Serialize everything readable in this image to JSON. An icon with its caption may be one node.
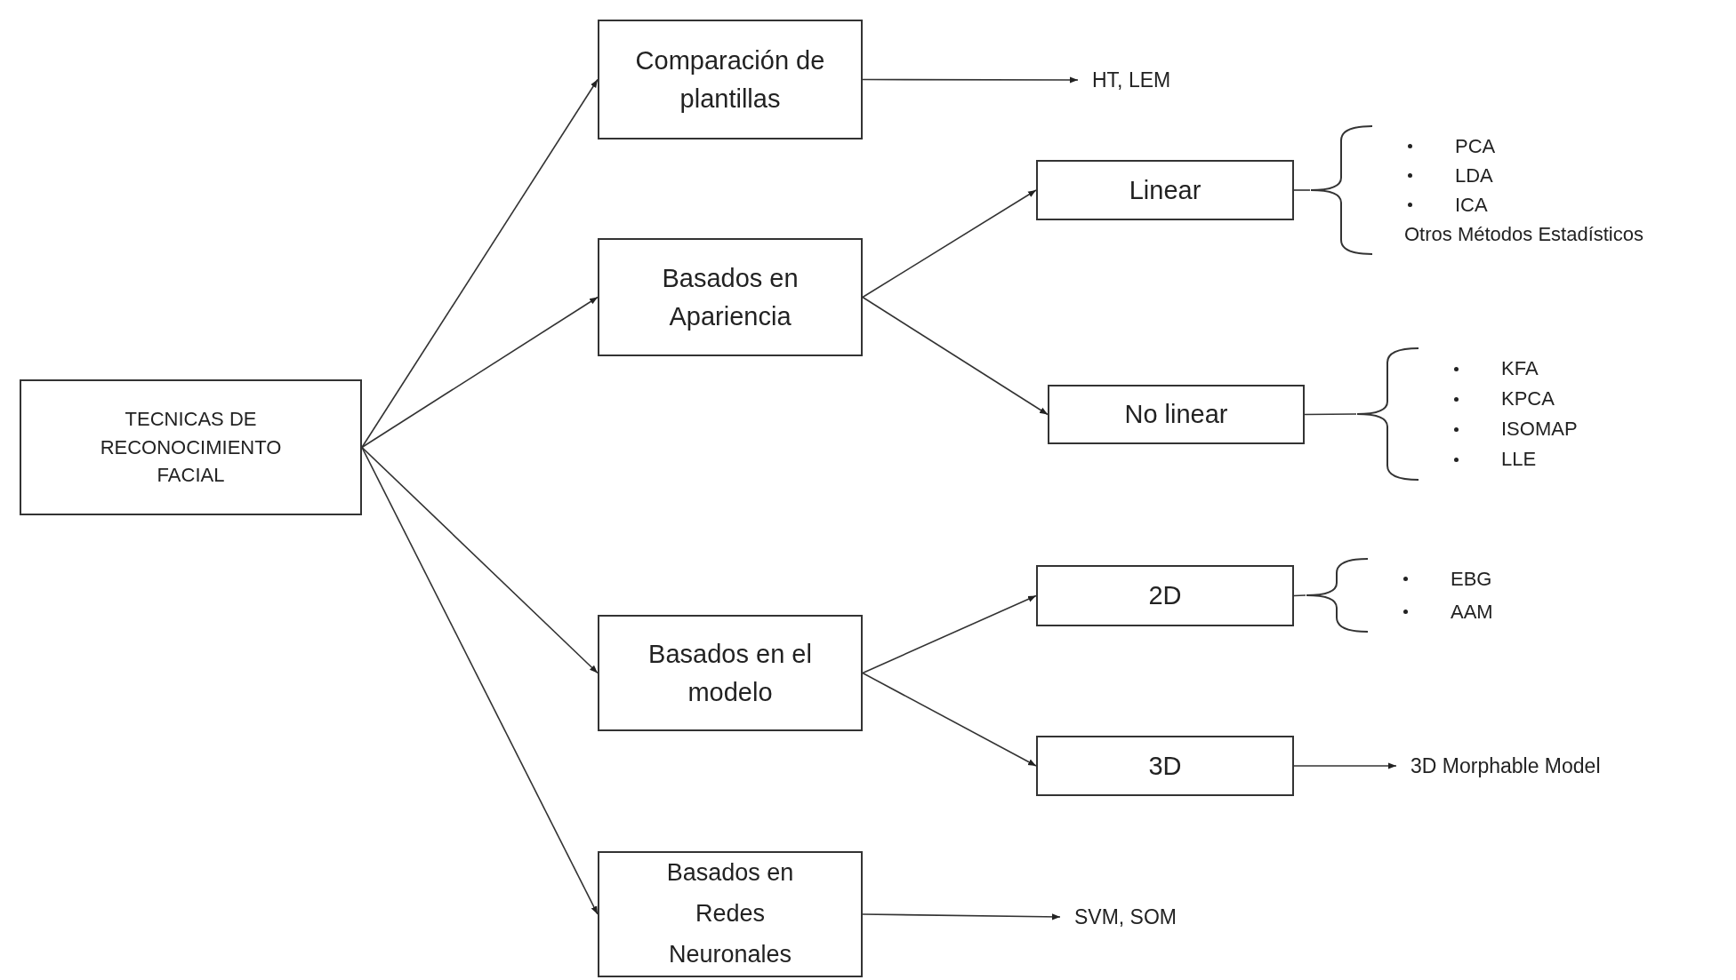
{
  "diagram": {
    "nodes": [
      {
        "text": [
          "TECNICAS DE RECONOCIMIENTO FACIAL"
        ]
      },
      {
        "text": [
          "Comparación de plantillas"
        ]
      },
      {
        "text": [
          "HT, LEM"
        ]
      },
      {
        "text": [
          "Basados en Apariencia"
        ]
      },
      {
        "text": [
          "Linear"
        ]
      },
      {
        "text": [
          "PCA",
          "LDA",
          "ICA"
        ],
        "beside": [
          "Otros Métodos Estadísticos"
        ]
      },
      {
        "text": [
          "No linear"
        ]
      },
      {
        "text": [
          "KFA",
          "KPCA",
          "ISOMAP",
          "LLE"
        ]
      },
      {
        "text": [
          "Basados en el modelo"
        ]
      },
      {
        "text": [
          "2D"
        ]
      },
      {
        "text": [
          "EBG",
          "AAM"
        ]
      },
      {
        "text": [
          "3D"
        ]
      },
      {
        "text": [
          "3D Morphable Model"
        ]
      },
      {
        "text": [
          "Basados en Redes Neuronales"
        ]
      },
      {
        "text": [
          "SVM, SOM"
        ]
      }
    ],
    "edges": [
      {
        "from": 0,
        "to": 1,
        "arrow": "to"
      },
      {
        "from": 0,
        "to": 3,
        "arrow": "to"
      },
      {
        "from": 0,
        "to": 8,
        "arrow": "to"
      },
      {
        "from": 0,
        "to": 13,
        "arrow": "to"
      },
      {
        "from": 1,
        "to": 2,
        "arrow": "to"
      },
      {
        "from": 3,
        "to": 4,
        "arrow": "to"
      },
      {
        "from": 3,
        "to": 6,
        "arrow": "to"
      },
      {
        "from": 4,
        "to": 5,
        "arrow": "none"
      },
      {
        "from": 6,
        "to": 7,
        "arrow": "none"
      },
      {
        "from": 8,
        "to": 9,
        "arrow": "to"
      },
      {
        "from": 8,
        "to": 11,
        "arrow": "to"
      },
      {
        "from": 9,
        "to": 10,
        "arrow": "none"
      },
      {
        "from": 11,
        "to": 12,
        "arrow": "to"
      },
      {
        "from": 13,
        "to": 14,
        "arrow": "to"
      }
    ]
  }
}
